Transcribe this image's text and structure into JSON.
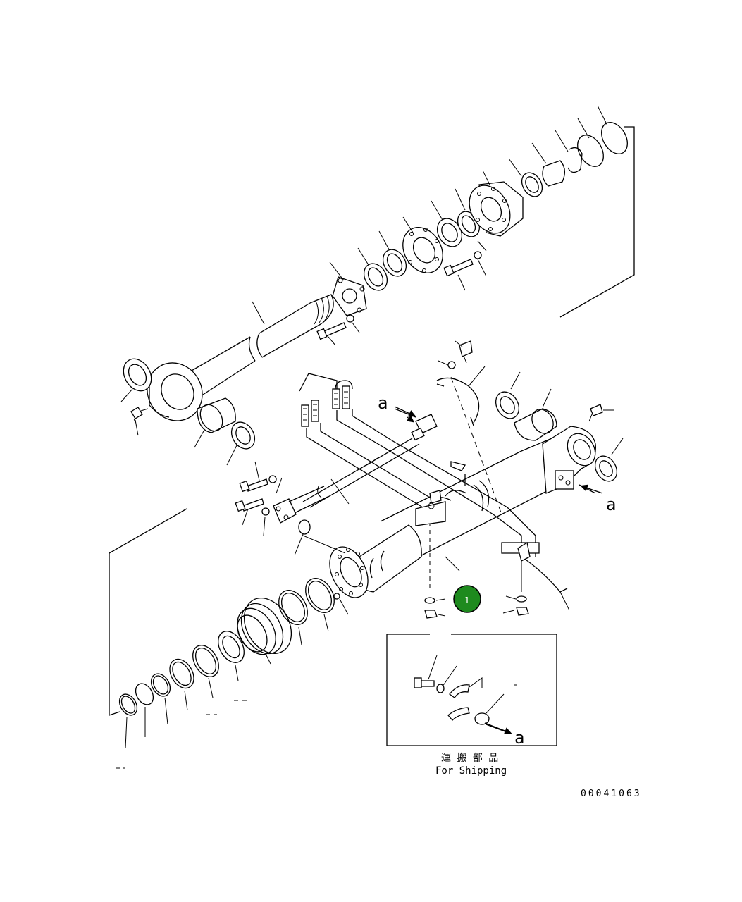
{
  "labels": {
    "ref_a": "a",
    "shipping_jp": "運 搬 部 品",
    "shipping_en": "For Shipping",
    "drawing_number": "00041063"
  },
  "callout": {
    "number": "1",
    "color": "#1e8a1e"
  },
  "colors": {
    "line": "#000000",
    "background": "#ffffff"
  }
}
